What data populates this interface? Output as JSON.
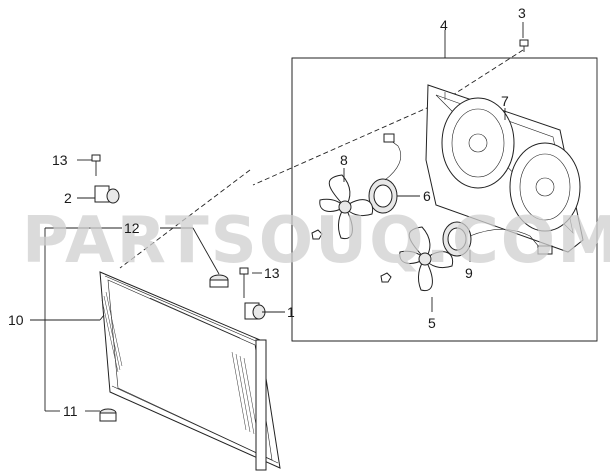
{
  "watermark": "PARTSOUQ.COM",
  "callouts": {
    "c1": "1",
    "c2": "2",
    "c3": "3",
    "c4": "4",
    "c5": "5",
    "c6": "6",
    "c7": "7",
    "c8": "8",
    "c9": "9",
    "c10": "10",
    "c11": "11",
    "c12": "12",
    "c13a": "13",
    "c13b": "13"
  }
}
